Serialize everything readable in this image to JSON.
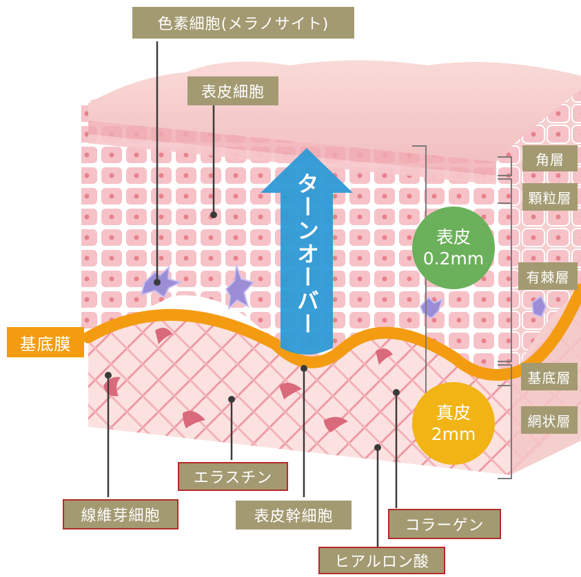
{
  "labels": {
    "melanocyte": "色素細胞(メラノサイト)",
    "epidermal_cell": "表皮細胞",
    "basement_membrane": "基底膜",
    "elastin": "エラスチン",
    "fibroblast": "線維芽細胞",
    "epidermal_stem_cell": "表皮幹細胞",
    "collagen": "コラーゲン",
    "hyaluronic_acid": "ヒアルロン酸"
  },
  "layers": {
    "stratum_corneum": "角層",
    "stratum_granulosum": "顆粒層",
    "stratum_spinosum": "有棘層",
    "stratum_basale": "基底層",
    "reticular_layer": "網状層"
  },
  "epidermis": {
    "name": "表皮",
    "thickness": "0.2mm"
  },
  "dermis": {
    "name": "真皮",
    "thickness": "2mm"
  },
  "turnover": "ターンオーバー",
  "colors": {
    "label_bg": "#a39a72",
    "label_border": "#b52a2a",
    "membrane": "#f39c12",
    "arrow": "#2d9ad6",
    "epidermis_circle": "#6bb05a",
    "dermis_circle": "#f1b414"
  }
}
